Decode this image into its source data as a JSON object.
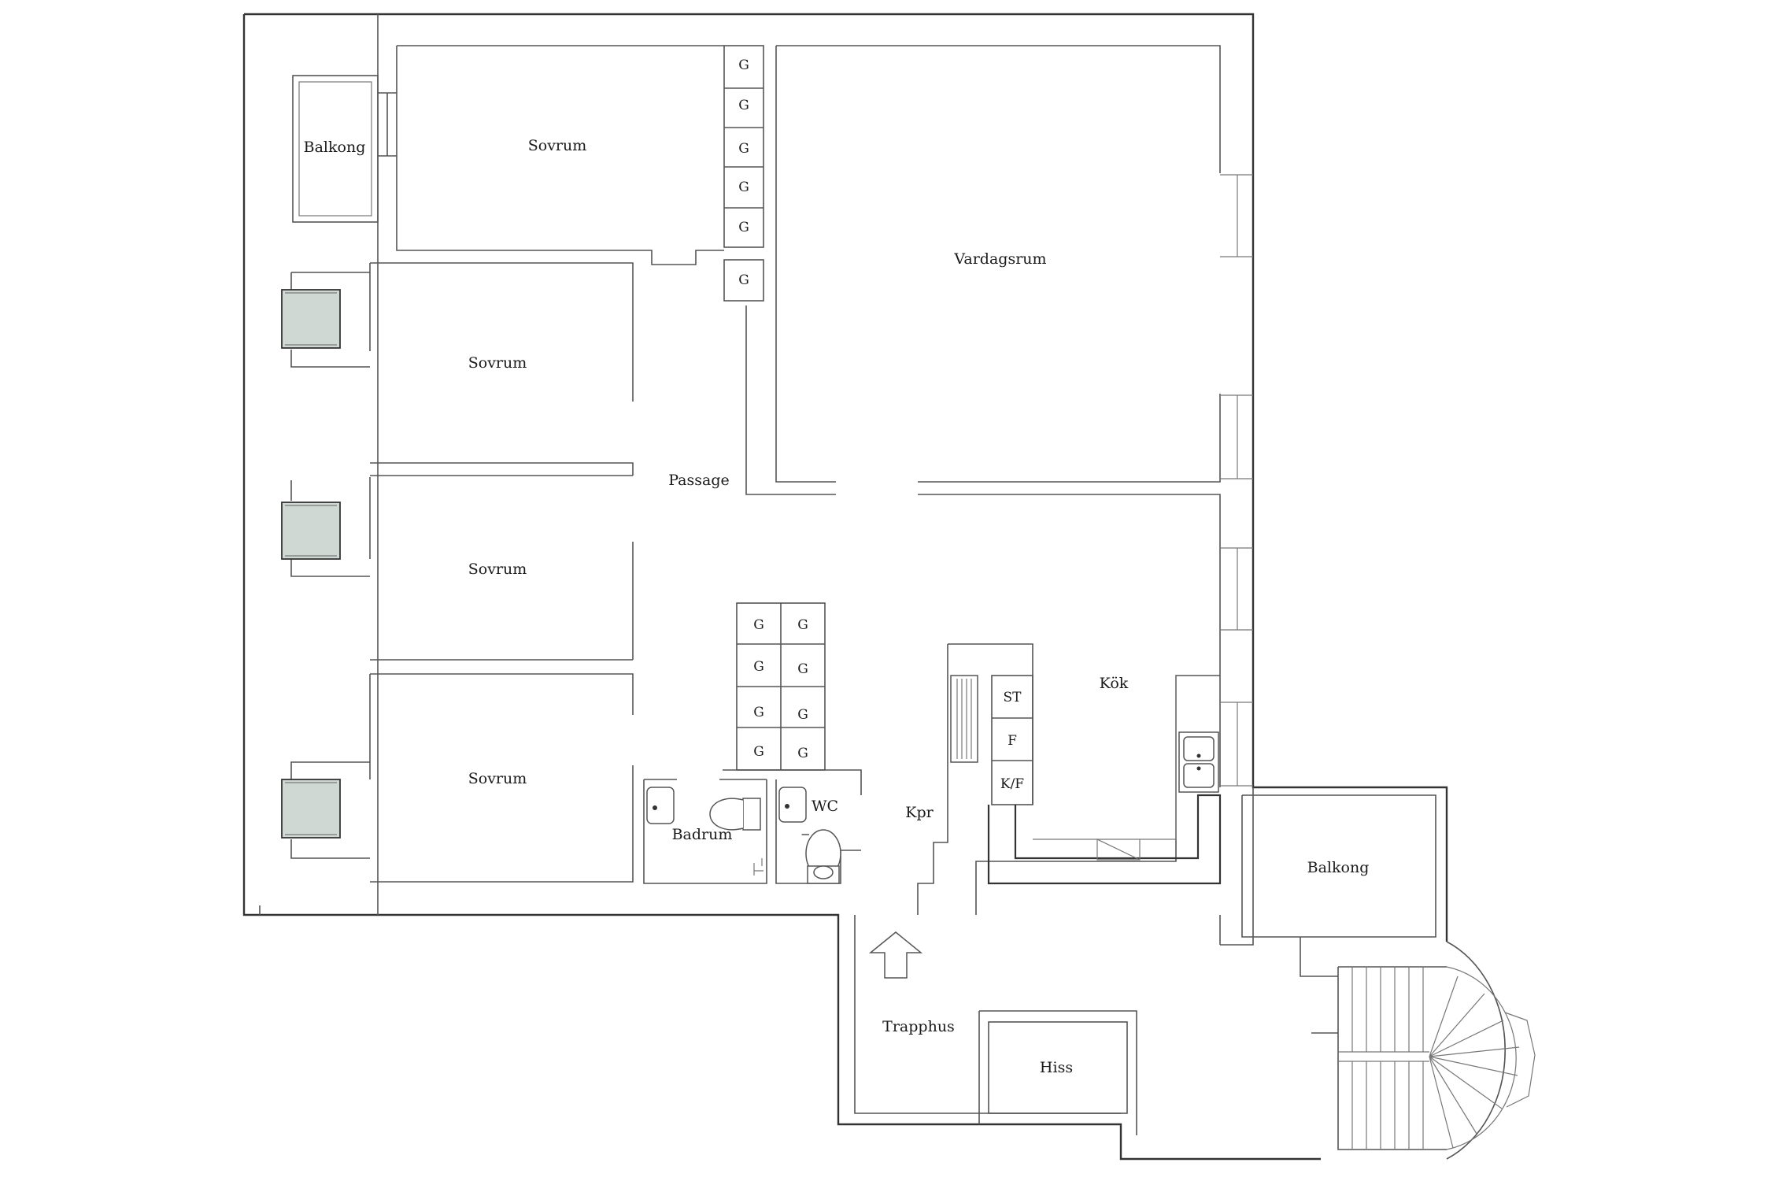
{
  "rooms": {
    "balkong_west": "Balkong",
    "sovrum_1": "Sovrum",
    "sovrum_2": "Sovrum",
    "sovrum_3": "Sovrum",
    "sovrum_4": "Sovrum",
    "vardagsrum": "Vardagsrum",
    "passage": "Passage",
    "kok": "Kök",
    "badrum": "Badrum",
    "wc": "WC",
    "kpr": "Kpr",
    "balkong_east": "Balkong",
    "trapphus": "Trapphus",
    "hiss": "Hiss"
  },
  "closet_label": "G",
  "kitchen_units": {
    "stove": "ST",
    "fridge": "F",
    "fridge_freezer": "K/F"
  }
}
